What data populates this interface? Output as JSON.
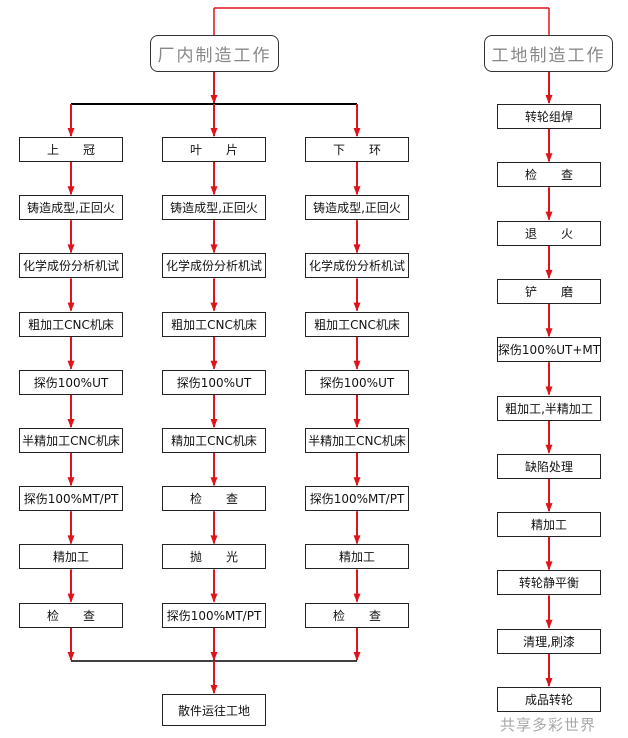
{
  "headers": {
    "factory": "厂内制造工作",
    "site": "工地制造工作"
  },
  "columns": [
    {
      "name": "上冠",
      "steps": [
        "上　　冠",
        "铸造成型,正回火",
        "化学成份分析机试",
        "粗加工CNC机床",
        "探伤100%UT",
        "半精加工CNC机床",
        "探伤100%MT/PT",
        "精加工",
        "检　　查"
      ]
    },
    {
      "name": "叶片",
      "steps": [
        "叶　　片",
        "铸造成型,正回火",
        "化学成份分析机试",
        "粗加工CNC机床",
        "探伤100%UT",
        "精加工CNC机床",
        "检　　查",
        "抛　　光",
        "探伤100%MT/PT"
      ]
    },
    {
      "name": "下环",
      "steps": [
        "下　　环",
        "铸造成型,正回火",
        "化学成份分析机试",
        "粗加工CNC机床",
        "探伤100%UT",
        "半精加工CNC机床",
        "探伤100%MT/PT",
        "精加工",
        "检　　查"
      ]
    }
  ],
  "merge_step": "散件运往工地",
  "site_steps": [
    "转轮组焊",
    "检　　查",
    "退　　火",
    "铲　　磨",
    "探伤100%UT+MT",
    "粗加工,半精加工",
    "缺陷处理",
    "精加工",
    "转轮静平衡",
    "清理,刷漆",
    "成品转轮"
  ],
  "watermark": "共享多彩世界",
  "colors": {
    "arrow": "#e0131a",
    "line": "#000000"
  }
}
